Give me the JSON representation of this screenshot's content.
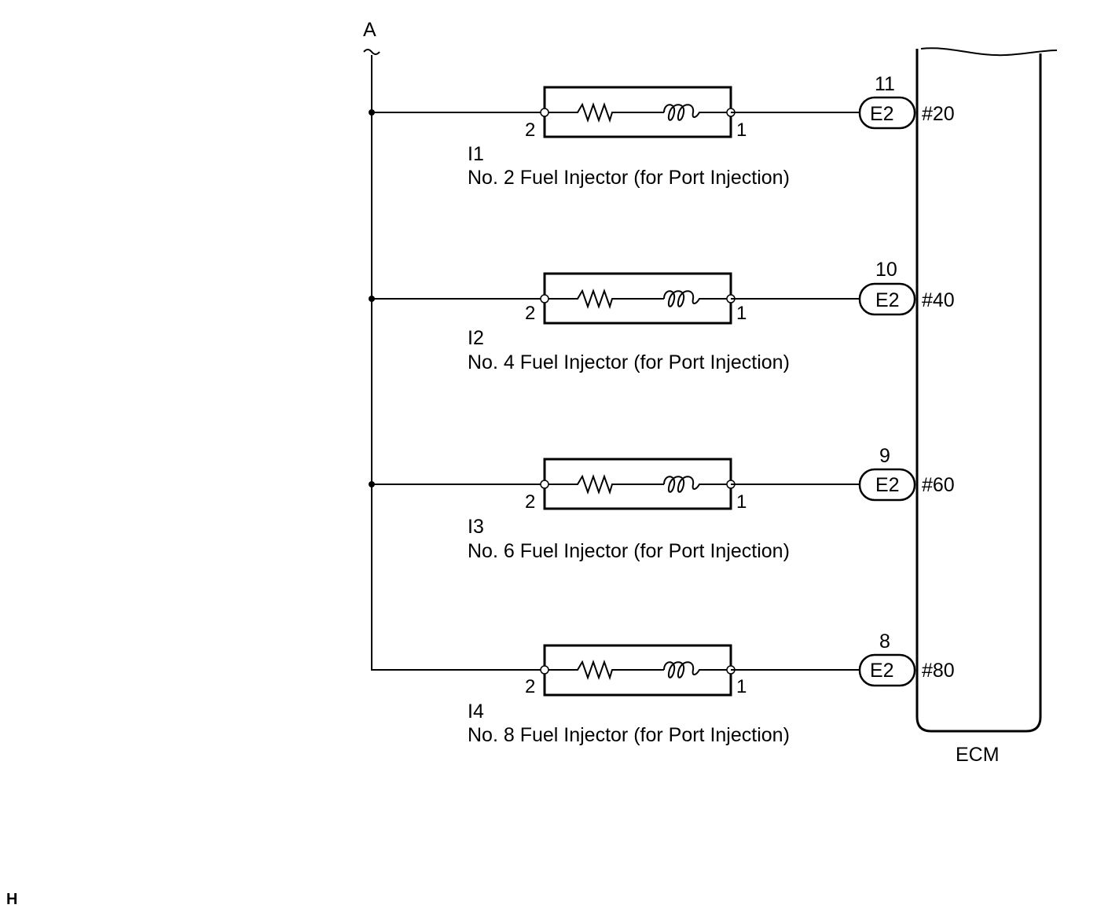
{
  "diagram": {
    "bus_label": "A",
    "ecm_label": "ECM",
    "corner_mark": "H",
    "injectors": [
      {
        "connector_id": "I1",
        "name": "No. 2 Fuel Injector (for Port Injection)",
        "left_pin": "2",
        "right_pin": "1",
        "ecm_pin": "11",
        "ecm_connector": "E2",
        "ecm_terminal": "#20"
      },
      {
        "connector_id": "I2",
        "name": "No. 4 Fuel Injector (for Port Injection)",
        "left_pin": "2",
        "right_pin": "1",
        "ecm_pin": "10",
        "ecm_connector": "E2",
        "ecm_terminal": "#40"
      },
      {
        "connector_id": "I3",
        "name": "No. 6 Fuel Injector (for Port Injection)",
        "left_pin": "2",
        "right_pin": "1",
        "ecm_pin": "9",
        "ecm_connector": "E2",
        "ecm_terminal": "#60"
      },
      {
        "connector_id": "I4",
        "name": "No. 8 Fuel Injector (for Port Injection)",
        "left_pin": "2",
        "right_pin": "1",
        "ecm_pin": "8",
        "ecm_connector": "E2",
        "ecm_terminal": "#80"
      }
    ]
  }
}
